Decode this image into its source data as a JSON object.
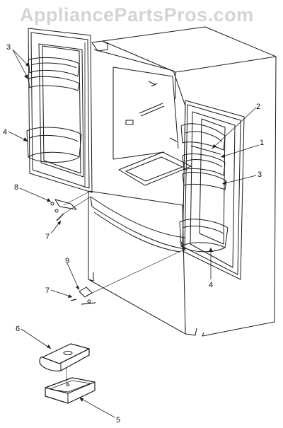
{
  "watermark": "AppliancePartsPros.com",
  "callouts": {
    "c1": "1",
    "c2": "2",
    "c3_left": "3",
    "c3_right": "3",
    "c4_left": "4",
    "c4_right": "4",
    "c5": "5",
    "c6": "6",
    "c7_upper": "7",
    "c7_lower": "7",
    "c8": "8",
    "c9": "9"
  },
  "colors": {
    "line": "#1a1a1a",
    "watermark": "#d4d4d4",
    "background": "#ffffff"
  }
}
